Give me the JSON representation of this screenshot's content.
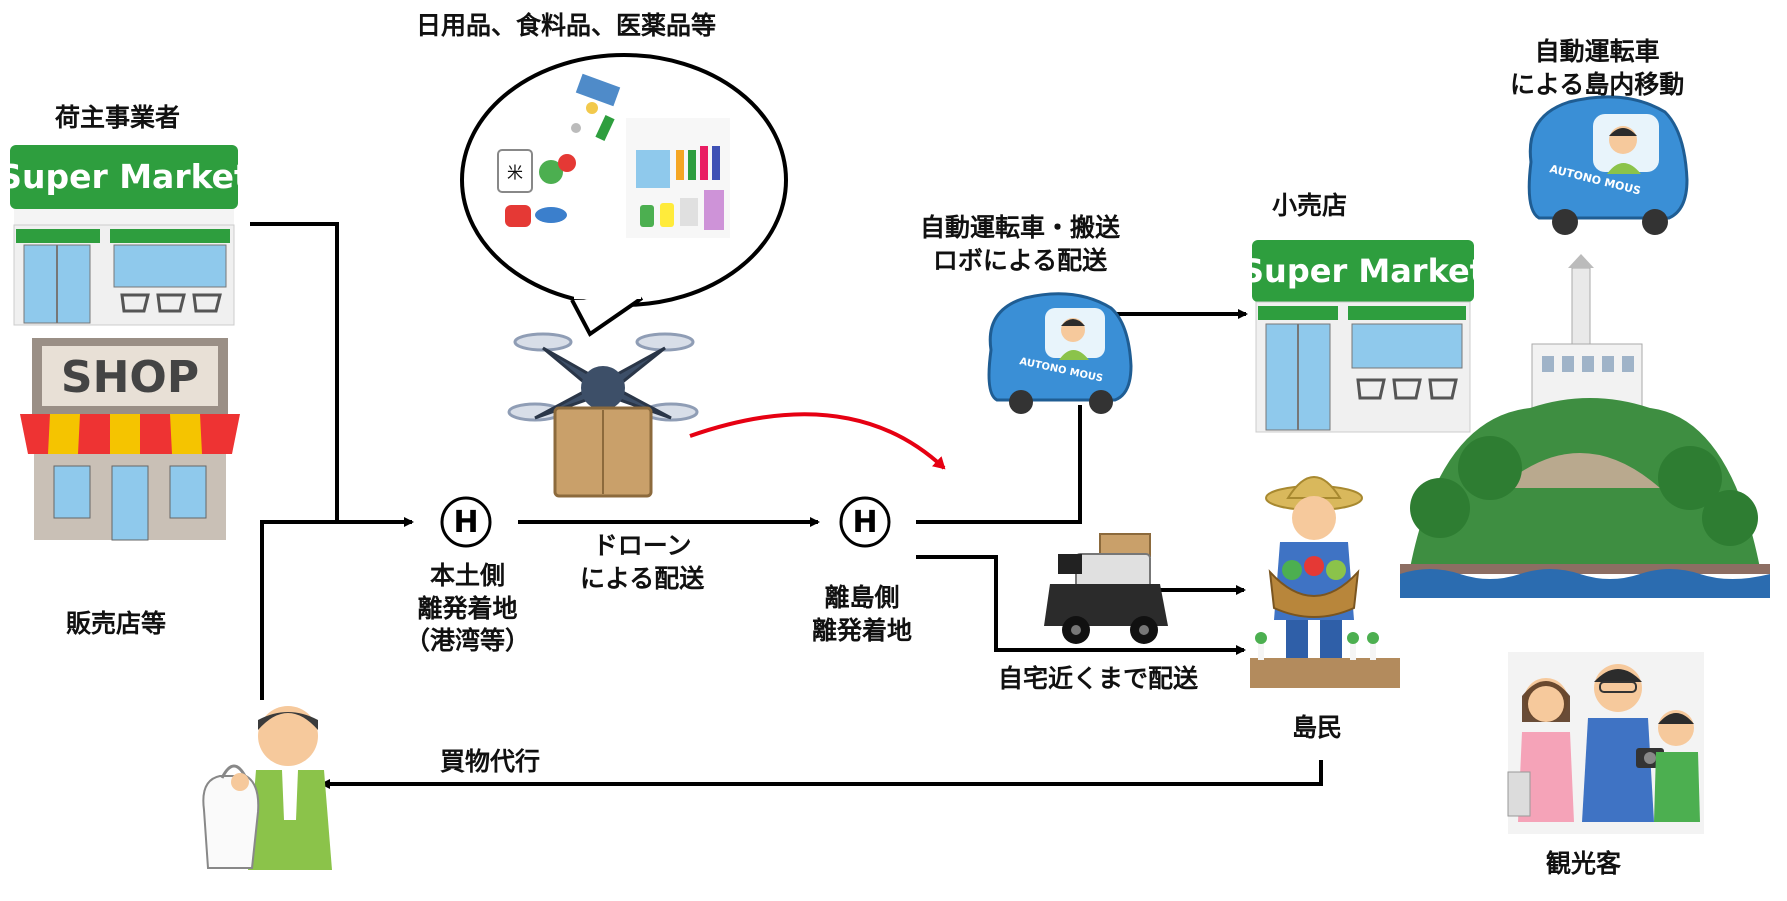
{
  "labels": {
    "shipper": "荷主事業者",
    "retailers": "販売店等",
    "goods": "日用品、食料品、医薬品等",
    "mainland_port_1": "本土側",
    "mainland_port_2": "離発着地",
    "mainland_port_3": "（港湾等）",
    "drone_delivery_1": "ドローン",
    "drone_delivery_2": "による配送",
    "island_port_1": "離島側",
    "island_port_2": "離発着地",
    "robot_delivery_1": "自動運転車・搬送",
    "robot_delivery_2": "ロボによる配送",
    "retail_store": "小売店",
    "island_mobility_1": "自動運転車",
    "island_mobility_2": "による島内移動",
    "home_delivery": "自宅近くまで配送",
    "islanders": "島民",
    "proxy_shopping": "買物代行",
    "tourists": "観光客"
  },
  "signs": {
    "supermarket": "Super Market",
    "shop": "SHOP",
    "heliport": "Ⓗ",
    "car_text": "AUTONO MOUS",
    "rice": "米"
  },
  "colors": {
    "flow_line": "#000000",
    "drone_arrow": "#e60012",
    "supermarket_green": "#2e9e3e",
    "car_blue": "#3a8fd6"
  }
}
